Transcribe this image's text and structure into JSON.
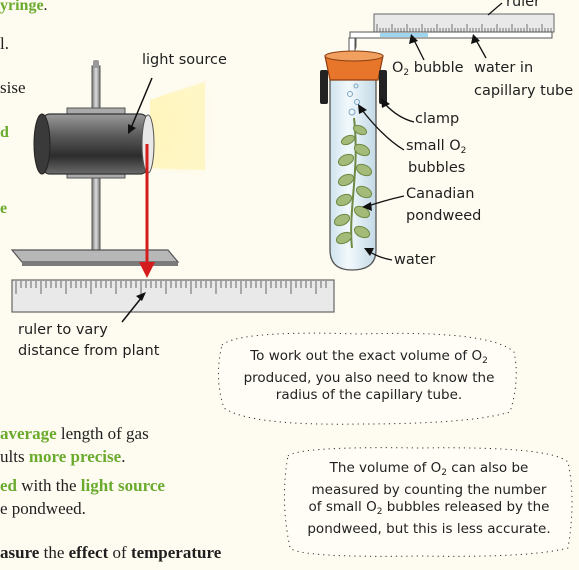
{
  "left_margin": {
    "line1": "yringe",
    "line1_tail": ".",
    "line2": "l.",
    "line3": "sise",
    "line4": "d",
    "line5": "e"
  },
  "labels": {
    "light_source": "light source",
    "ruler_top": "ruler",
    "o2_bubble": "O",
    "o2_bubble_sub": "2",
    "o2_bubble_tail": " bubble",
    "water_cap_1": "water in",
    "water_cap_2": "capillary tube",
    "clamp": "clamp",
    "small_o2_1": "small O",
    "small_o2_sub": "2",
    "small_o2_2": "bubbles",
    "canadian_1": "Canadian",
    "canadian_2": "pondweed",
    "water": "water",
    "ruler_vary_1": "ruler to vary",
    "ruler_vary_2": "distance from plant"
  },
  "note1": {
    "l1a": "To work out the exact volume of O",
    "l1sub": "2",
    "l2": "produced, you also need to know the",
    "l3": "radius of the capillary tube."
  },
  "note2": {
    "l1a": "The volume of O",
    "l1sub": "2",
    "l1b": " can also be",
    "l2": "measured by counting the number",
    "l3a": "of small O",
    "l3sub": "2",
    "l3b": " bubbles released by the",
    "l4": "pondweed, but this is less accurate."
  },
  "bottom_text": {
    "p1_green": "average",
    "p1_rest": " length of gas",
    "p2_pre": "ults ",
    "p2_green": "more precise",
    "p2_tail": ".",
    "p3_green1": "ed",
    "p3_mid": " with the ",
    "p3_green2": "light source",
    "p4": "e pondweed.",
    "p5_b1": "asure",
    "p5_mid": " the ",
    "p5_b2": "effect",
    "p5_mid2": " of ",
    "p5_b3": "temperature"
  },
  "colors": {
    "green": "#6aab2e",
    "arrow_red": "#d41c1c",
    "stopper": "#e8762a",
    "capillary_water": "#9fd6ef",
    "glow": "#fff2b8"
  }
}
